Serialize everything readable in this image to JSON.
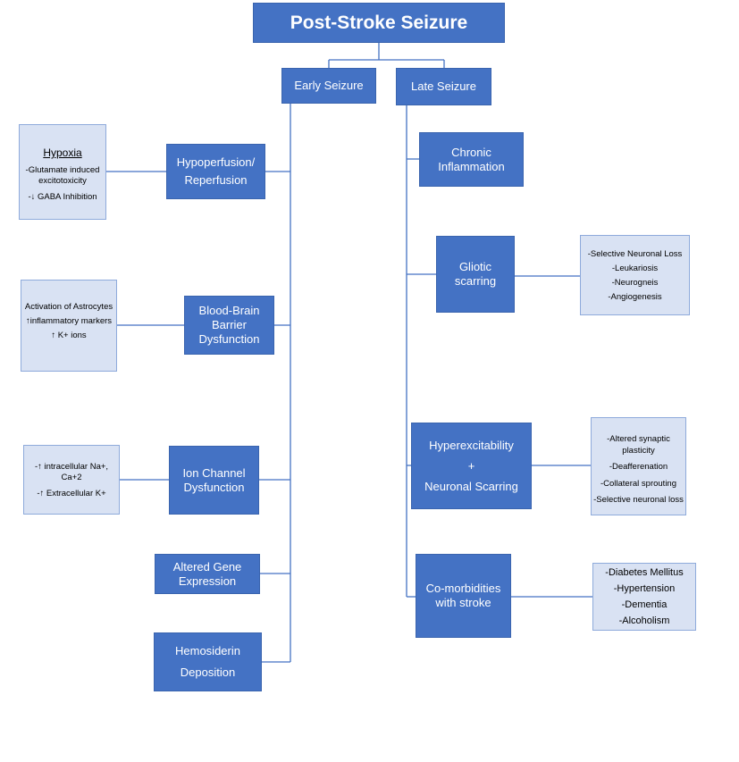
{
  "root": "Post-Stroke Seizure",
  "early": {
    "label": "Early Seizure",
    "items": [
      {
        "label": [
          "Hypoperfusion/",
          "Reperfusion"
        ],
        "detail": {
          "header": "Hypoxia",
          "lines": [
            "-Glutamate induced",
            "excitotoxicity",
            "-↓ GABA Inhibition"
          ]
        }
      },
      {
        "label": [
          "Blood-Brain",
          "Barrier",
          "Dysfunction"
        ],
        "detail": {
          "header": "",
          "lines": [
            "Activation of Astrocytes",
            "↑inflammatory markers",
            "↑ K+ ions"
          ]
        }
      },
      {
        "label": [
          "Ion Channel",
          "Dysfunction"
        ],
        "detail": {
          "header": "",
          "lines": [
            "-↑ intracellular Na+,",
            "Ca+2",
            "-↑ Extracellular K+"
          ]
        }
      },
      {
        "label": [
          "Altered Gene",
          "Expression"
        ]
      },
      {
        "label": [
          "Hemosiderin",
          "Deposition"
        ]
      }
    ]
  },
  "late": {
    "label": "Late Seizure",
    "items": [
      {
        "label": [
          "Chronic",
          "Inflammation"
        ]
      },
      {
        "label": [
          "Gliotic",
          "scarring"
        ],
        "detail": {
          "lines": [
            "-Selective Neuronal Loss",
            "-Leukariosis",
            "-Neurogneis",
            "-Angiogenesis"
          ]
        }
      },
      {
        "label": [
          "Hyperexcitability",
          "+",
          "Neuronal Scarring"
        ],
        "detail": {
          "lines": [
            "-Altered synaptic",
            "plasticity",
            "-Deafferenation",
            "-Collateral sprouting",
            "-Selective neuronal loss"
          ]
        }
      },
      {
        "label": [
          "Co-morbidities",
          "with stroke"
        ],
        "detail": {
          "lines": [
            "-Diabetes Mellitus",
            "-Hypertension",
            "-Dementia",
            "-Alcoholism"
          ]
        }
      }
    ]
  }
}
